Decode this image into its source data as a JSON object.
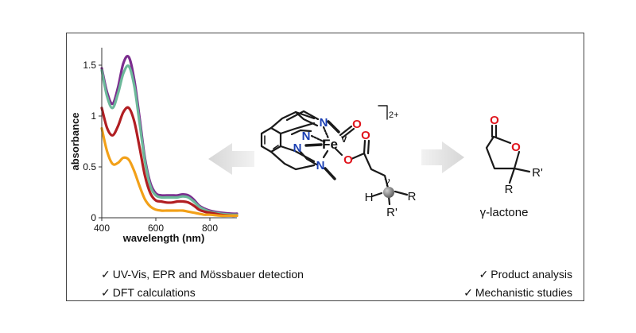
{
  "chart_data": {
    "type": "line",
    "xlabel": "wavelength (nm)",
    "ylabel": "absorbance",
    "xlim": [
      400,
      900
    ],
    "ylim": [
      0,
      1.75
    ],
    "xticks": [
      400,
      600,
      800
    ],
    "xtick_labels": [
      "400",
      "600",
      "800"
    ],
    "yticks": [
      0,
      0.5,
      1,
      1.5
    ],
    "ytick_labels": [
      "0",
      "0.5",
      "1",
      "1.5"
    ],
    "grid": false,
    "legend": false,
    "series": [
      {
        "color": "#7b2d8e",
        "x": [
          400,
          420,
          440,
          460,
          480,
          500,
          520,
          540,
          560,
          580,
          600,
          620,
          640,
          660,
          680,
          700,
          720,
          740,
          760,
          780,
          800,
          840,
          880,
          900
        ],
        "y": [
          1.47,
          1.23,
          1.12,
          1.28,
          1.52,
          1.58,
          1.36,
          0.98,
          0.58,
          0.34,
          0.24,
          0.22,
          0.22,
          0.22,
          0.22,
          0.23,
          0.22,
          0.18,
          0.12,
          0.09,
          0.07,
          0.05,
          0.04,
          0.04
        ]
      },
      {
        "color": "#6cb89a",
        "x": [
          400,
          420,
          440,
          460,
          480,
          500,
          520,
          540,
          560,
          580,
          600,
          620,
          640,
          660,
          680,
          700,
          720,
          740,
          760,
          780,
          800,
          840,
          880,
          900
        ],
        "y": [
          1.45,
          1.19,
          1.08,
          1.22,
          1.42,
          1.49,
          1.3,
          0.93,
          0.55,
          0.31,
          0.22,
          0.2,
          0.2,
          0.2,
          0.2,
          0.21,
          0.2,
          0.16,
          0.11,
          0.08,
          0.06,
          0.04,
          0.03,
          0.03
        ]
      },
      {
        "color": "#b11e22",
        "x": [
          400,
          420,
          440,
          460,
          480,
          500,
          520,
          540,
          560,
          580,
          600,
          620,
          640,
          660,
          680,
          700,
          720,
          740,
          760,
          780,
          800,
          840,
          880,
          900
        ],
        "y": [
          1.08,
          0.88,
          0.81,
          0.9,
          1.04,
          1.08,
          0.95,
          0.69,
          0.41,
          0.24,
          0.17,
          0.16,
          0.15,
          0.15,
          0.16,
          0.16,
          0.15,
          0.12,
          0.08,
          0.06,
          0.05,
          0.03,
          0.02,
          0.02
        ]
      },
      {
        "color": "#f2a018",
        "x": [
          400,
          420,
          440,
          460,
          480,
          500,
          520,
          540,
          560,
          580,
          600,
          620,
          640,
          660,
          680,
          700,
          720,
          740,
          760,
          780,
          800,
          840,
          880,
          900
        ],
        "y": [
          0.88,
          0.65,
          0.53,
          0.54,
          0.59,
          0.57,
          0.46,
          0.31,
          0.18,
          0.11,
          0.08,
          0.07,
          0.07,
          0.07,
          0.07,
          0.07,
          0.06,
          0.05,
          0.04,
          0.03,
          0.03,
          0.02,
          0.02,
          0.02
        ]
      }
    ]
  },
  "scheme": {
    "charge": "2+",
    "atoms": {
      "nitrogen": "N",
      "iron": "Fe",
      "oxidation_state": "V",
      "oxygen": "O",
      "hydrogen": "H",
      "substituent_r": "R",
      "substituent_r_prime": "R'"
    },
    "gamma_label": "γ",
    "product_label": "γ-lactone"
  },
  "captions": {
    "left_1": "UV-Vis, EPR and Mössbauer detection",
    "left_2": "DFT calculations",
    "right_1": "Product analysis",
    "right_2": "Mechanistic studies"
  },
  "colors": {
    "nitrogen": "#1a3fb3",
    "oxygen": "#e0141c",
    "bond": "#1a1a1a",
    "arrow": "#c4c4c4",
    "frame": "#444444"
  }
}
